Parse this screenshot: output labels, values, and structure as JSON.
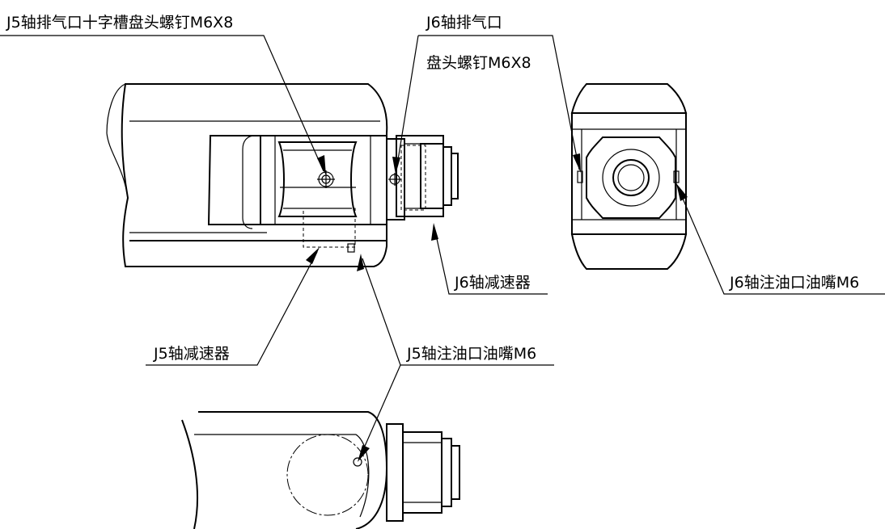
{
  "labels": {
    "j5_vent_screw": "J5轴排气口十字槽盘头螺钉M6X8",
    "j6_vent": "J6轴排气口",
    "j6_vent_screw": "盘头螺钉M6X8",
    "j6_reducer": "J6轴减速器",
    "j6_grease_nipple": "J6轴注油口油嘴M6",
    "j5_reducer": "J5轴减速器",
    "j5_grease_nipple": "J5轴注油口油嘴M6"
  }
}
